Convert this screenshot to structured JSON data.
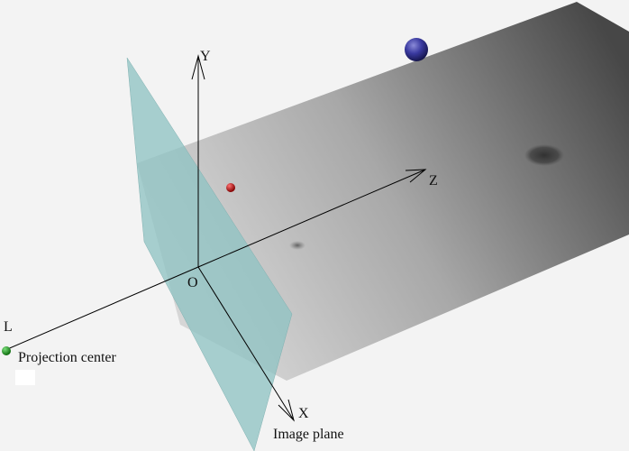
{
  "labels": {
    "y_axis": "Y",
    "z_axis": "Z",
    "x_axis": "X",
    "origin": "O",
    "light_source": "L",
    "projection_center": "Projection center",
    "image_plane": "Image plane"
  },
  "colors": {
    "background": "#f3f3f3",
    "ground_light": "#d9d9d9",
    "ground_dark": "#4a4a4a",
    "image_plane": "#8fc3c3",
    "blue_sphere": "#2a2a8c",
    "red_sphere": "#cc0000",
    "projection_center": "#1f9e1f"
  }
}
